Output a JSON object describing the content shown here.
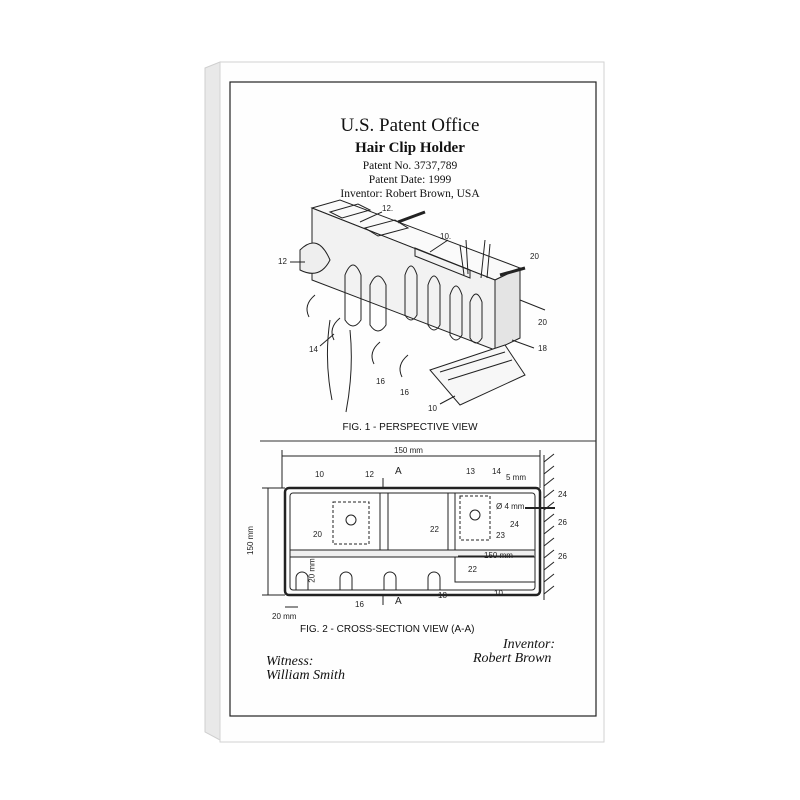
{
  "header": {
    "office": "U.S. Patent Office",
    "name": "Hair Clip Holder",
    "patent_no": "Patent No. 3737,789",
    "patent_date": "Patent Date: 1999",
    "inventor_line": "Inventor: Robert Brown, USA"
  },
  "fig1": {
    "caption": "FIG. 1 - PERSPECTIVE VIEW",
    "labels": [
      "12.",
      "10.",
      "20",
      "12",
      "20",
      "18",
      "14",
      "16",
      "16",
      "10"
    ]
  },
  "fig2": {
    "caption": "FIG. 2 - CROSS-SECTION VIEW (A-A)",
    "dims": {
      "top": "150 mm",
      "left": "150 mm",
      "bottom_left": "20 mm",
      "inner_height": "20 mm",
      "inner_width": "150 mm",
      "hole_offset": "5 mm",
      "hole_dia": "Ø 4 mm"
    },
    "labels": [
      "10",
      "12",
      "A",
      "13",
      "14",
      "24",
      "24",
      "26",
      "26",
      "22",
      "23",
      "20",
      "22",
      "16",
      "A",
      "18",
      "10"
    ]
  },
  "signatures": {
    "witness_label": "Witness:",
    "witness_name": "William Smith",
    "inventor_label": "Inventor:",
    "inventor_name": "Robert Brown"
  }
}
